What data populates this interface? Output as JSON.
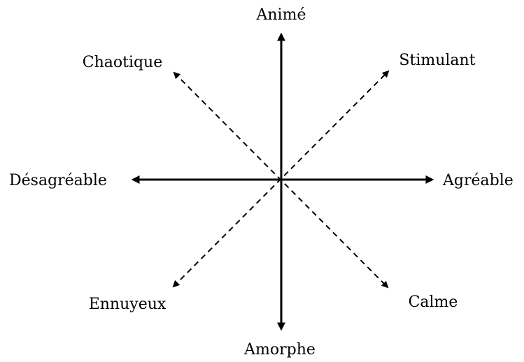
{
  "labels": {
    "top": "Animé",
    "bottom": "Amorphe",
    "left": "Désagréable",
    "right": "Agréable",
    "top_left": "Chaotique",
    "top_right": "Stimulant",
    "bottom_left": "Ennuyeux",
    "bottom_right": "Calme"
  },
  "colors": {
    "stroke": "#000000",
    "text": "#000000",
    "background": "#ffffff"
  }
}
